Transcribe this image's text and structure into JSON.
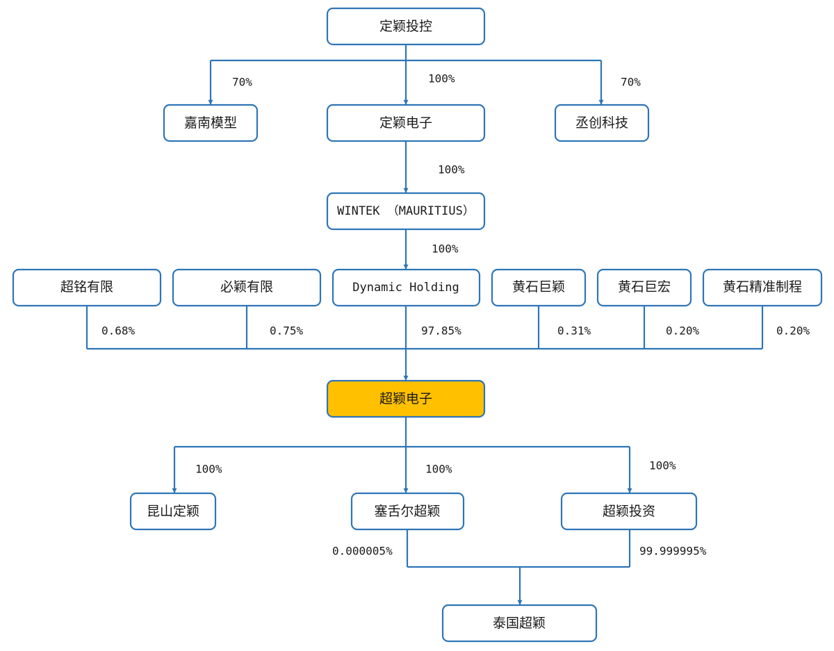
{
  "colors": {
    "line": "#2e75b6",
    "highlight_fill": "#ffc000",
    "box_fill": "#ffffff"
  },
  "nodes": {
    "dingying_konggu": "定颖投控",
    "jianan_moxing": "嘉南模型",
    "dingying_dianzi": "定颖电子",
    "chengchuang_keji": "丞创科技",
    "wintek": "WINTEK （MAURITIUS）",
    "chaoming": "超铭有限",
    "biying": "必颖有限",
    "dynamic_holding": "Dynamic Holding",
    "huangshi_juying": "黄石巨颖",
    "huangshi_juhong": "黄石巨宏",
    "huangshi_jingzhun": "黄石精准制程",
    "chaoying_dianzi": "超颖电子",
    "kunshan_dingying": "昆山定颖",
    "saisheer_chaoying": "塞舌尔超颖",
    "chaoying_touzi": "超颖投资",
    "taiguo_chaoying": "泰国超颖"
  },
  "percentages": {
    "to_jianan": "70%",
    "to_dingying_dianzi": "100%",
    "to_chengchuang": "70%",
    "to_wintek": "100%",
    "to_dynamic": "100%",
    "chaoming_share": "0.68%",
    "biying_share": "0.75%",
    "dynamic_share": "97.85%",
    "juying_share": "0.31%",
    "juhong_share": "0.20%",
    "jingzhun_share": "0.20%",
    "to_kunshan": "100%",
    "to_saisheer": "100%",
    "to_touzi": "100%",
    "saisheer_to_taiguo": "0.000005%",
    "touzi_to_taiguo": "99.999995%"
  }
}
